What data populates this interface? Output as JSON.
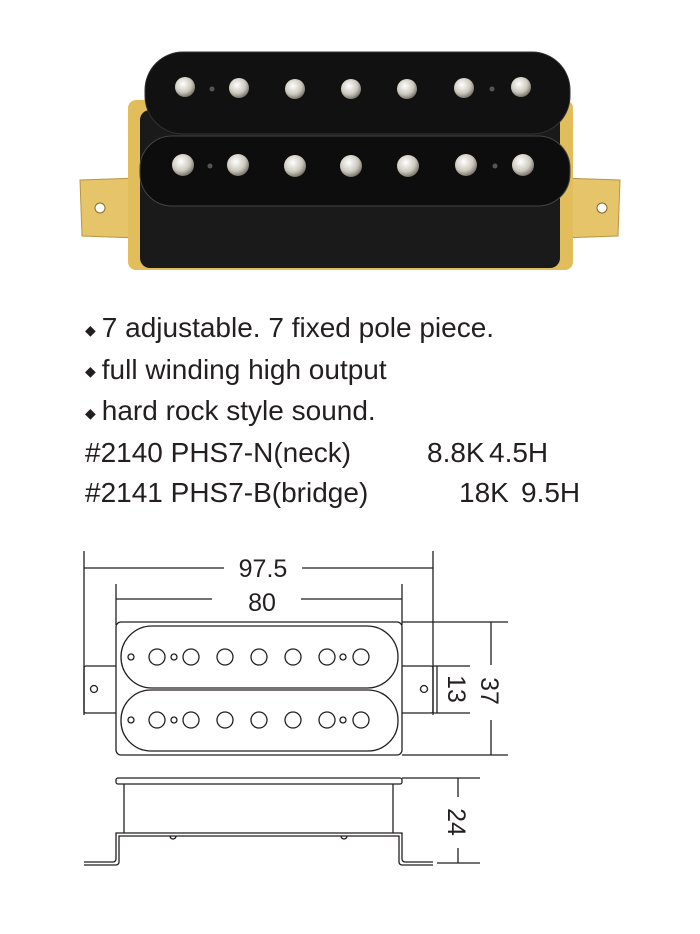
{
  "features": [
    "7 adjustable. 7 fixed pole piece.",
    "full winding high output",
    "hard rock style sound."
  ],
  "bullet_icon": "diamond-bullet",
  "models": [
    {
      "code": "#2140 PHS7-N(neck)",
      "resistance": "8.8K",
      "inductance": "4.5H"
    },
    {
      "code": "#2141 PHS7-B(bridge)",
      "resistance": "18K",
      "inductance": "9.5H"
    }
  ],
  "dimensions": {
    "overall_length": "97.5",
    "cover_length": "80",
    "width": "37",
    "tab_width": "13",
    "height": "24"
  }
}
